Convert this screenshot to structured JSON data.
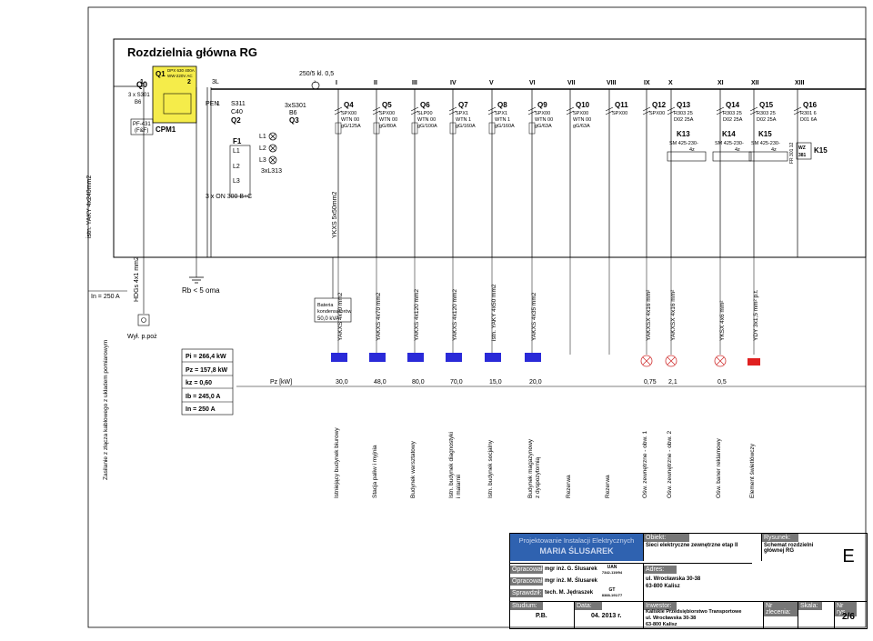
{
  "title": "Rozdzielnia główna RG",
  "main_switch": {
    "q1": "Q1",
    "q1_spec1": "DPX 630 400A",
    "q1_spec2": "WW-220V AC",
    "q0": "Q0",
    "q0_spec1": "3 x S301",
    "q0_spec2": "B6",
    "pf": "PF-431",
    "pf2": "(F&F)",
    "cpm": "CPM1",
    "col1": "1",
    "col2": "2",
    "col3": "3L",
    "pen": "PEN",
    "pen_n": "1",
    "q2": "Q2",
    "q2_spec1": "S311",
    "q2_spec2": "C40",
    "q3": "Q3",
    "q3_spec1": "3xS301",
    "q3_spec2": "B6",
    "f1": "F1",
    "l1": "L1",
    "l2": "L2",
    "l3": "L3",
    "l1b": "L1",
    "l2b": "L2",
    "l3b": "L3",
    "lamp_l1": "L1",
    "lamp_l2": "L2",
    "lamp_l3": "L3",
    "lamp_note": "3xL313",
    "surge": "3 x ON 300 B+C",
    "busbar": "250/5 kl. 0,5",
    "ct_n": "1"
  },
  "columns": [
    "I",
    "II",
    "III",
    "IV",
    "V",
    "VI",
    "VII",
    "VIII",
    "IX",
    "X",
    "XI",
    "XII",
    "XIII"
  ],
  "breakers": [
    {
      "name": "Q4",
      "s1": "SPX00",
      "s2": "WTN 00",
      "s3": "gG/125A"
    },
    {
      "name": "Q5",
      "s1": "SPX00",
      "s2": "WTN 00",
      "s3": "gG/80A"
    },
    {
      "name": "Q6",
      "s1": "SLP00",
      "s2": "WTN 00",
      "s3": "gG/100A"
    },
    {
      "name": "Q7",
      "s1": "SPX1",
      "s2": "WTN 1",
      "s3": "gG/160A"
    },
    {
      "name": "Q8",
      "s1": "SPX1",
      "s2": "WTN 1",
      "s3": "gG/160A"
    },
    {
      "name": "Q9",
      "s1": "SPX00",
      "s2": "WTN 00",
      "s3": "gG/63A"
    },
    {
      "name": "Q10",
      "s1": "SPX00",
      "s2": "WTN 00",
      "s3": "gG/63A"
    },
    {
      "name": "Q11",
      "s1": "SPX00",
      "s2": "",
      "s3": ""
    },
    {
      "name": "Q12",
      "s1": "SPX00",
      "s2": "",
      "s3": ""
    },
    {
      "name": "Q13",
      "s1": "R303 25",
      "s2": "D02 25A",
      "s3": ""
    },
    {
      "name": "Q14",
      "s1": "R303 25",
      "s2": "D02 25A",
      "s3": ""
    },
    {
      "name": "Q15",
      "s1": "R303 25",
      "s2": "D02 25A",
      "s3": ""
    },
    {
      "name": "Q16",
      "s1": "R301 6",
      "s2": "D01 6A",
      "s3": ""
    }
  ],
  "contactors": [
    {
      "name": "K13",
      "spec": "SM 425-230-",
      "spec2": "4z"
    },
    {
      "name": "K14",
      "spec": "SM 425-230-",
      "spec2": "4z"
    },
    {
      "name": "K15",
      "spec": "SM 425-230-",
      "spec2": "4z"
    }
  ],
  "k15_extra": {
    "wz": "WZ",
    "wz_n": "381",
    "fr": "FR 301 12",
    "k": "K15"
  },
  "supply_cable": "istn. YAKY 4x240mm2",
  "q4_cable": "YKXS 5x50mm2",
  "in_label": "In = 250 A",
  "hdg_cable": "HDGs 4x1 mm2",
  "wyl": "Wył. p.poż",
  "rb": "Rb < 5 oma",
  "capacitor": {
    "line1": "Bateria",
    "line2": "kondensatorów",
    "line3": "50,0 kVA"
  },
  "side_note": "Zasilanie z złącza kablowego z układem pomiarowym",
  "params": [
    "Pi = 266,4 kW",
    "Pz = 157,8 kW",
    "kz = 0,60",
    "Ib = 245,0 A",
    "In = 250 A"
  ],
  "pz_label": "Pz [kW]",
  "cables": [
    "YAKXS 4x70 mm2",
    "YAKXS 4x70 mm2",
    "YAKXS 4x120 mm2",
    "YAKXS 4x120 mm2",
    "istn. YAKY 4x50 mm2",
    "YAKXS 4x35 mm2",
    "",
    "",
    "YAKXSX 4x16 mm²",
    "YAKXSX 4x16 mm²",
    "YKSX 4x6 mm²",
    "YDY 3x1,5 mm² p.t."
  ],
  "powers": [
    "30,0",
    "48,0",
    "80,0",
    "70,0",
    "15,0",
    "20,0",
    "",
    "",
    "0,75",
    "2,1",
    "0,5",
    ""
  ],
  "loads": [
    "Istniejący budynek biurowy",
    "Stacja paliw i myjnia",
    "Budynek warsztatowy",
    "Istn. budynek diagnostyki|i malarnii",
    "Istn. budynek socjalny",
    "Budynek magazynowy|z dyspozytornią",
    "Rezerwa",
    "Rezerwa",
    "Ośw. zewnętrzne - obw. 1",
    "Ośw. zewnętrzne - obw. 2",
    "Ośw. baner reklamowy",
    "Element świetlówczy"
  ],
  "titleblock": {
    "company1": "Projektowanie Instalacji Elektrycznych",
    "company2": "MARIA ŚLUSAREK",
    "obiekt_h": "Obiekt:",
    "obiekt": "Sieci elektryczne zewnętrzne etap II",
    "rysunek_h": "Rysunek:",
    "rysunek": "Schemat rozdzielni|głównej RG",
    "opracowal_h": "Opracował:",
    "opracowal": "mgr inż. G. Ślusarek",
    "opracowal2_h": "Opracowała:",
    "opracowal2": "mgr inż. M. Ślusarek",
    "uan": "UAN",
    "uan_n": "7342-119/94",
    "sprawdzil_h": "Sprawdził:",
    "sprawdzil": "tech. M. Jędraszek",
    "gt": "GT",
    "gt_n": "8388-191/77",
    "adres_h": "Adres:",
    "adres1": "ul. Wrocławska 30-38",
    "adres2": "63-800 Kalisz",
    "studium_h": "Studium:",
    "studium": "P.B.",
    "data_h": "Data:",
    "data": "04. 2013 r.",
    "inwestor_h": "Inwestor:",
    "inwestor1": "Kaliskie Przedsiębiorstwo Transportowe",
    "inwestor2": "ul. Wrocławska 30-38",
    "inwestor3": "63-800 Kalisz",
    "zlecenie_h": "Nr zlecenia:",
    "skala_h": "Skala:",
    "nrrys_h": "Nr rys.",
    "nrrys": "2/6",
    "letter": "E"
  },
  "colors": {
    "blue_box": "#2a2ad8",
    "red_box": "#e02020",
    "lamp": "#d03030",
    "yellow": "#f5ec4a",
    "header_blue": "#2f62b0"
  }
}
